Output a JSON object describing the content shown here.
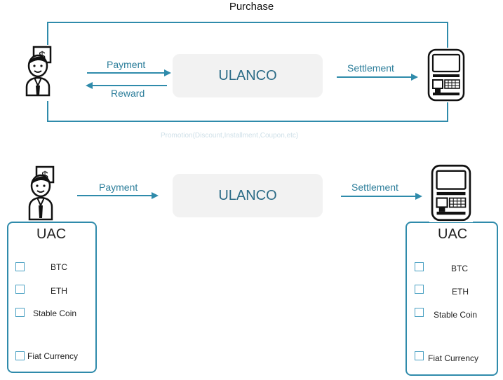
{
  "top": {
    "title": "Purchase",
    "center_label": "ULANCO",
    "payment_label": "Payment",
    "reward_label": "Reward",
    "settlement_label": "Settlement",
    "promotion_label": "Promotion(Discount,Installment,Coupon,etc)"
  },
  "bottom": {
    "center_label": "ULANCO",
    "payment_label": "Payment",
    "settlement_label": "Settlement"
  },
  "left_uac": {
    "title": "UAC",
    "items": [
      "BTC",
      "ETH",
      "Stable Coin",
      "Fiat Currency"
    ]
  },
  "right_uac": {
    "title": "UAC",
    "items": [
      "BTC",
      "ETH",
      "Stable Coin",
      "Fiat Currency"
    ]
  },
  "icons": {
    "person_bubble": "$",
    "person": "user-icon",
    "terminal": "pos-terminal-icon"
  },
  "colors": {
    "accent": "#2f8bab",
    "text_accent": "#2b7d9a",
    "ulanco_text": "#2b6b86",
    "box_fill": "#f2f2f2"
  }
}
